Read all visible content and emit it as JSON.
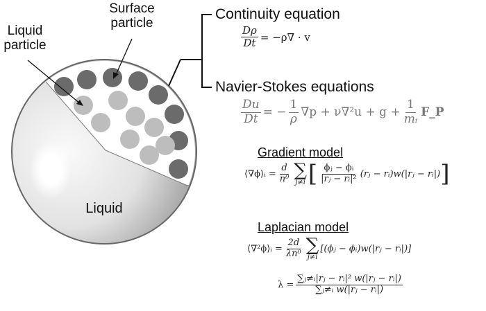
{
  "labels": {
    "surface_particle": "Surface particle",
    "liquid_particle": "Liquid particle",
    "liquid": "Liquid"
  },
  "continuity": {
    "title": "Continuity equation",
    "num": "Dρ",
    "den": "Dt",
    "rhs": "= −ρ∇ · v"
  },
  "navier": {
    "title": "Navier-Stokes equations",
    "num": "Du",
    "den": "Dt",
    "eq": "= −",
    "f1n": "1",
    "f1d": "ρ",
    "t1": "∇p + ν∇²u + g +",
    "f2n": "1",
    "f2d": "mᵢ",
    "t2": "F_P"
  },
  "gradient": {
    "title": "Gradient model",
    "lhs": "⟨∇ϕ⟩ᵢ =",
    "fn": "d",
    "fd": "n⁰",
    "sum": "∑",
    "sub": "j≠i",
    "bl": "[",
    "in_n": "ϕⱼ − ϕᵢ",
    "in_d": "|rⱼ − rᵢ|²",
    "rest": "(rⱼ − rᵢ)w(|rⱼ − rᵢ|)",
    "br": "]"
  },
  "laplacian": {
    "title": "Laplacian model",
    "lhs": "⟨∇²ϕ⟩ᵢ =",
    "fn": "2d",
    "fd": "λn⁰",
    "sum": "∑",
    "sub": "j≠i",
    "rest": "[(ϕⱼ − ϕᵢ)w(|rⱼ − rᵢ|)]",
    "lam": "λ =",
    "lam_n": "∑ⱼ≠ᵢ|rⱼ − rᵢ|² w(|rⱼ − rᵢ|)",
    "lam_d": "∑ⱼ≠ᵢ w(|rⱼ − rᵢ|)"
  },
  "colors": {
    "surface": "#6b6b6b",
    "liquid": "#bdbdbd",
    "sphere": "#d9d9d9"
  }
}
